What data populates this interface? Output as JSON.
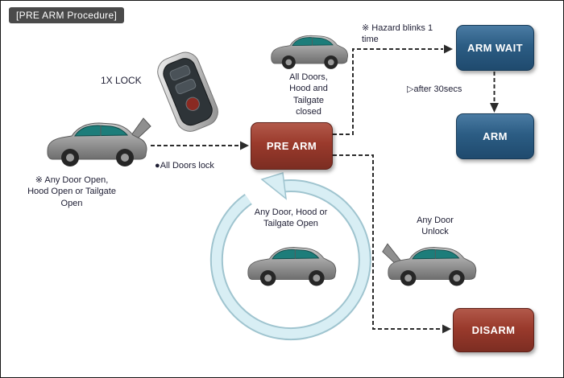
{
  "title": "[PRE ARM Procedure]",
  "nodes": {
    "pre_arm": {
      "label": "PRE ARM"
    },
    "arm_wait": {
      "label": "ARM WAIT"
    },
    "arm": {
      "label": "ARM"
    },
    "disarm": {
      "label": "DISARM"
    }
  },
  "annotations": {
    "one_x_lock": "1X LOCK",
    "all_doors_lock": "●All Doors lock",
    "trigger_open": "※ Any Door Open, Hood Open or Tailgate Open",
    "all_closed": "All Doors, Hood and Tailgate closed",
    "hazard_blinks": "※ Hazard blinks 1 time",
    "after_30secs": "▷after 30secs",
    "cycle_open": "Any Door, Hood or Tailgate Open",
    "any_door_unlock": "Any Door Unlock"
  },
  "icons": {
    "smart_key": "smart-key-icon",
    "car_any_open": "car-hood-open-icon",
    "car_all_closed": "car-closed-icon",
    "car_cycle": "car-in-cycle-icon",
    "car_unlock": "car-tailgate-open-icon",
    "cycle_arrow": "cycle-arrow-icon"
  },
  "colors": {
    "state_red": "#9a3a2c",
    "state_blue": "#2c5d84",
    "arrow": "#2b2b2b",
    "cycle_ring": "#d8eef4",
    "cycle_ring_edge": "#9fc4cf",
    "window_teal": "#1d7d7a",
    "body_gray": "#9a9a9a"
  }
}
